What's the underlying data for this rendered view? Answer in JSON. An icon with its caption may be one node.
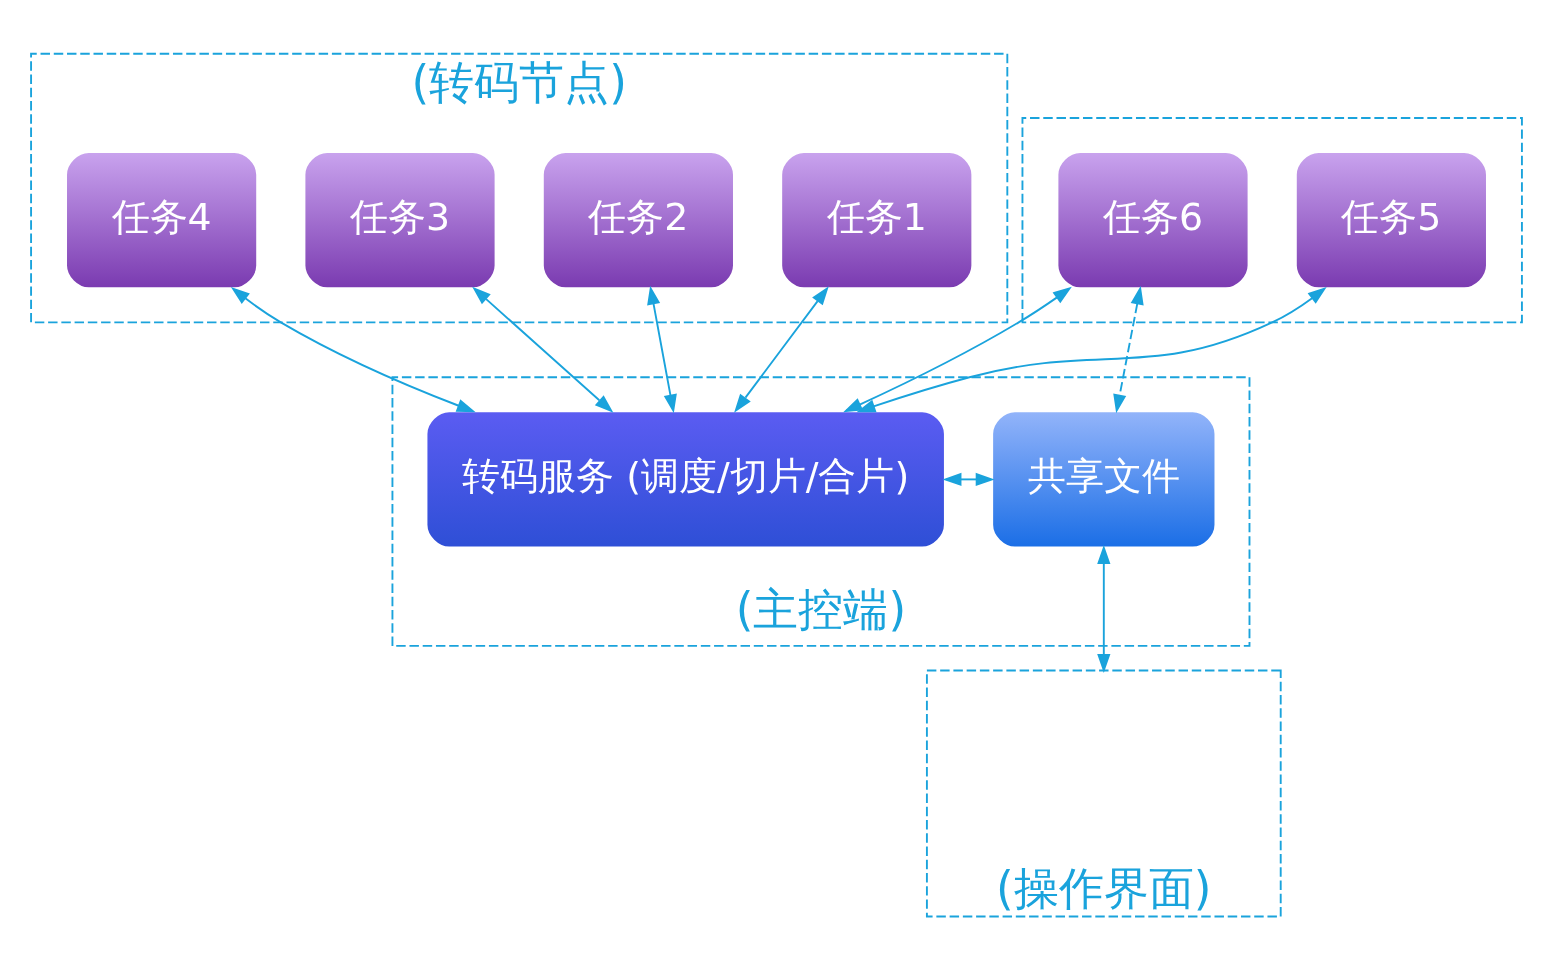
{
  "diagram": {
    "nodes": [
      {
        "text": [
          "(转码节点)"
        ]
      },
      {
        "text": [
          "任务1"
        ],
        "in": 0
      },
      {
        "text": [
          "任务2"
        ],
        "in": 0
      },
      {
        "text": [
          "任务3"
        ],
        "in": 0
      },
      {
        "text": [
          "任务4"
        ],
        "in": 0
      },
      {
        "text": [],
        "shape": "box"
      },
      {
        "text": [
          "任务5"
        ],
        "in": 5
      },
      {
        "text": [
          "任务6"
        ],
        "in": 5
      },
      {
        "text": [
          "(主控端)"
        ]
      },
      {
        "text": [
          "转码服务 (调度/切片/合片)"
        ],
        "in": 8
      },
      {
        "text": [
          "共享文件"
        ],
        "in": 8
      },
      {
        "text": [
          "(操作界面)"
        ]
      }
    ],
    "edges": [
      {
        "from": 1,
        "to": 9,
        "arrow": "both"
      },
      {
        "from": 2,
        "to": 9,
        "arrow": "both"
      },
      {
        "from": 3,
        "to": 9,
        "arrow": "both"
      },
      {
        "from": 4,
        "to": 9,
        "arrow": "both"
      },
      {
        "from": 6,
        "to": 9,
        "arrow": "both"
      },
      {
        "from": 7,
        "to": 9,
        "arrow": "both"
      },
      {
        "from": 7,
        "to": 10,
        "arrow": "both",
        "style": "dashed"
      },
      {
        "from": 9,
        "to": 10,
        "arrow": "both"
      },
      {
        "from": 10,
        "to": 11,
        "arrow": "both"
      }
    ]
  }
}
